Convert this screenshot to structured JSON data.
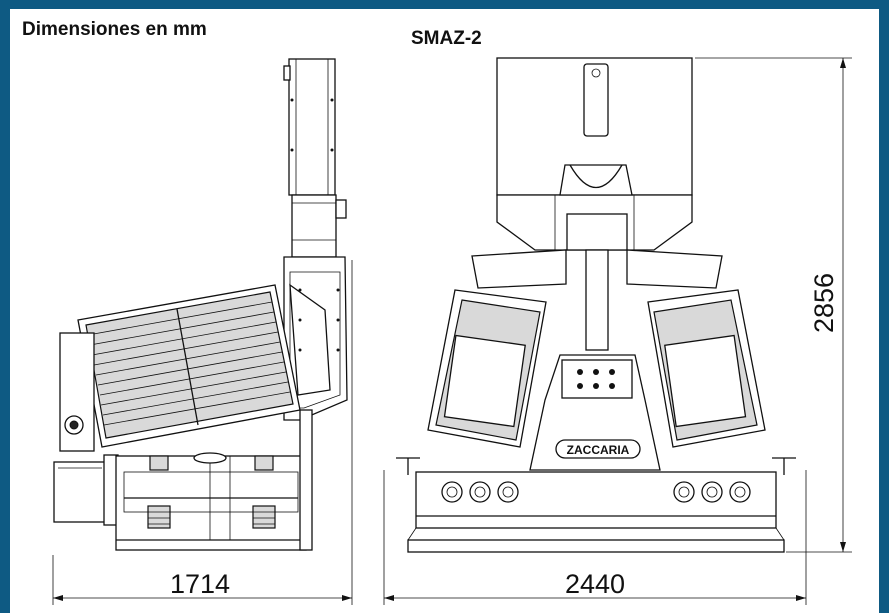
{
  "heading": "Dimensiones en mm",
  "model": "SMAZ-2",
  "brand_plate": "ZACCARIA",
  "dimensions": {
    "side_length": "1714",
    "front_width": "2440",
    "height": "2856"
  },
  "colors": {
    "frame": "#0e5a83",
    "background": "#ffffff",
    "line": "#111111"
  }
}
